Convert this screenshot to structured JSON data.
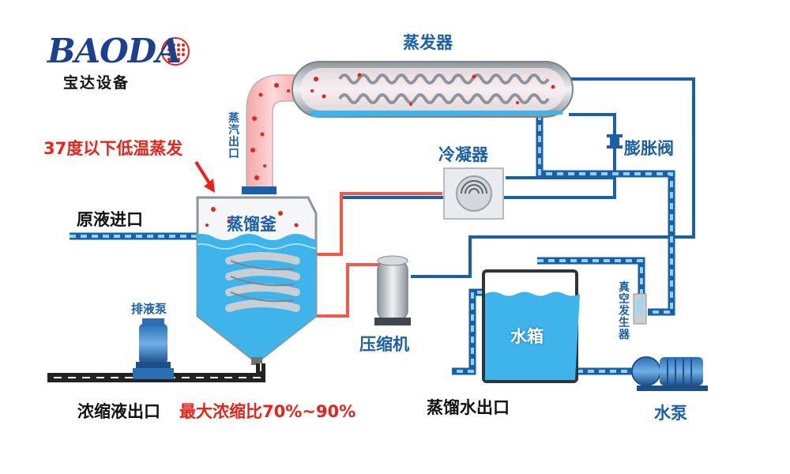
{
  "logo": {
    "brand": "BAODA",
    "subtitle": "宝达设备"
  },
  "labels": {
    "evaporator": "蒸发器",
    "steam_outlet": "蒸汽出口",
    "low_temp_note": "37度以下低温蒸发",
    "condenser": "冷凝器",
    "expansion_valve": "膨胀阀",
    "raw_inlet": "原液进口",
    "still": "蒸馏釜",
    "compressor": "压缩机",
    "drain_pump": "排液泵",
    "concentrate_outlet": "浓缩液出口",
    "max_ratio": "最大浓缩比70%~90%",
    "water_tank": "水箱",
    "vacuum_generator": "真空发生器",
    "distilled_outlet": "蒸馏水出口",
    "water_pump": "水泵"
  },
  "colors": {
    "brand_blue": "#1d3f8f",
    "pipe_blue": "#1b5fa8",
    "water": "#3fb4ea",
    "steam_red": "#e8241a",
    "steel": "#b9bec4"
  }
}
